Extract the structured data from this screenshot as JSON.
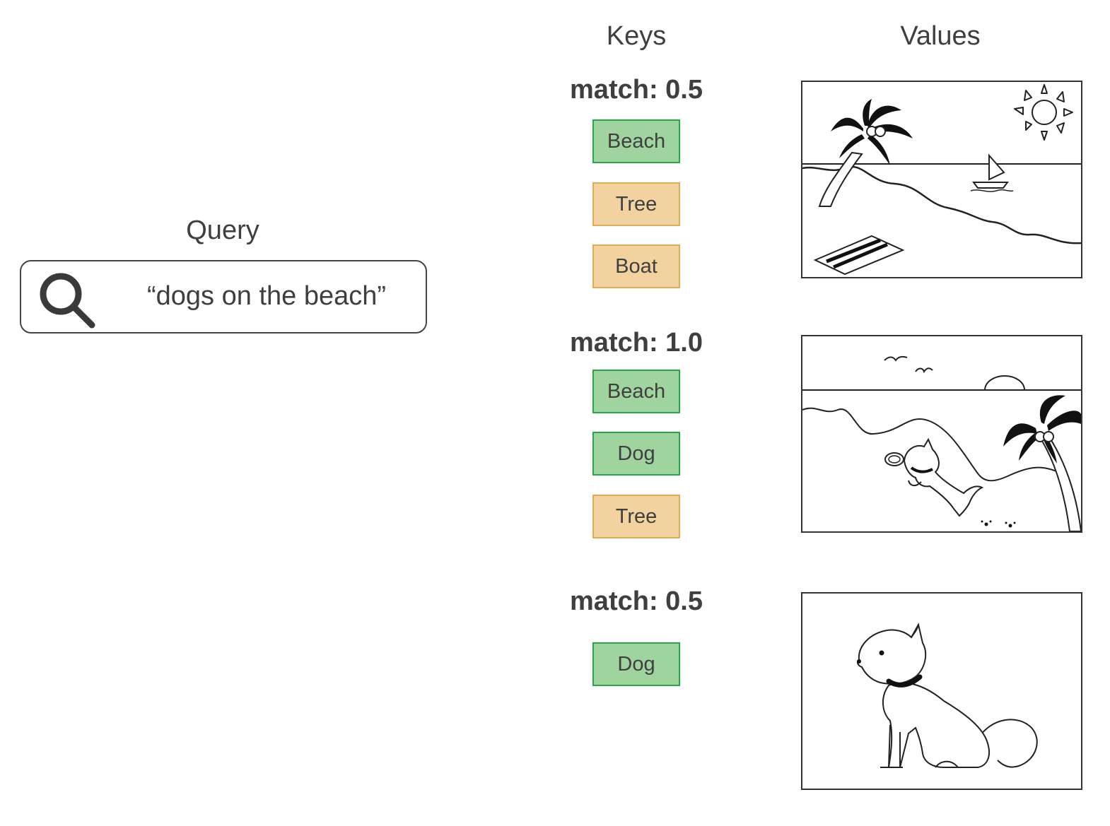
{
  "query": {
    "title": "Query",
    "search_text": "“dogs on the beach”",
    "icon": "search-icon"
  },
  "keys": {
    "title": "Keys",
    "groups": [
      {
        "match_label": "match: 0.5",
        "tags": [
          {
            "label": "Beach",
            "matched": true
          },
          {
            "label": "Tree",
            "matched": false
          },
          {
            "label": "Boat",
            "matched": false
          }
        ]
      },
      {
        "match_label": "match: 1.0",
        "tags": [
          {
            "label": "Beach",
            "matched": true
          },
          {
            "label": "Dog",
            "matched": true
          },
          {
            "label": "Tree",
            "matched": false
          }
        ]
      },
      {
        "match_label": "match: 0.5",
        "tags": [
          {
            "label": "Dog",
            "matched": true
          }
        ]
      }
    ]
  },
  "values": {
    "title": "Values",
    "images": [
      "beach-scene-with-boat",
      "beach-scene-with-dog",
      "sitting-dog"
    ]
  },
  "colors": {
    "match_fill": "#9fd49f",
    "match_border": "#27a84a",
    "nomatch_fill": "#f2d3a0",
    "nomatch_border": "#e0ab52"
  }
}
